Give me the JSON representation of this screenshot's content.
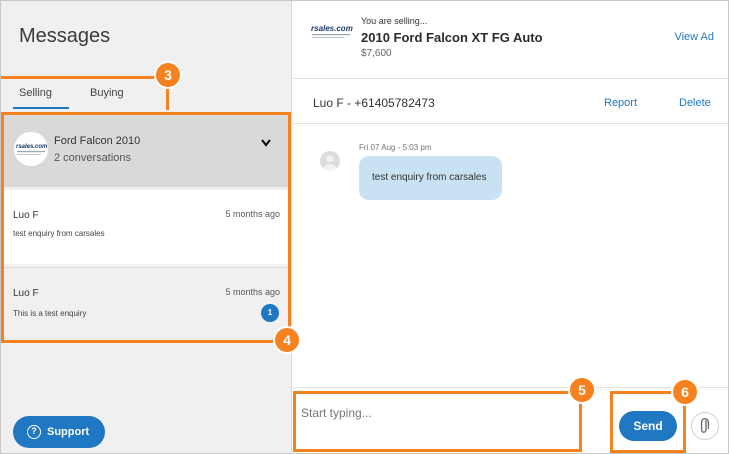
{
  "left_panel": {
    "title": "Messages",
    "tabs": [
      {
        "label": "Selling",
        "selected": true
      },
      {
        "label": "Buying",
        "selected": false
      }
    ],
    "listing": {
      "title": "Ford Falcon 2010",
      "subtitle": "2 conversations",
      "logo_icon": "carsales-logo-icon",
      "expand_icon": "chevron-down-icon"
    },
    "conversations": [
      {
        "name": "Luo F",
        "time": "5 months ago",
        "preview": "test enquiry from carsales",
        "unread": null
      },
      {
        "name": "Luo F",
        "time": "5 months ago",
        "preview": "This is a test enquiry",
        "unread": "1"
      }
    ],
    "support_button": {
      "label": "Support",
      "icon": "help-circle-icon"
    }
  },
  "ad_header": {
    "selling_label": "You are selling...",
    "title": "2010 Ford Falcon XT FG Auto",
    "price": "$7,600",
    "view_ad_label": "View Ad"
  },
  "thread": {
    "contact": "Luo F - +61405782473",
    "report_label": "Report",
    "delete_label": "Delete",
    "messages": [
      {
        "time": "Fri 07 Aug - 5:03 pm",
        "text": "test enquiry from carsales"
      }
    ]
  },
  "compose": {
    "placeholder": "Start typing...",
    "send_label": "Send",
    "attach_icon": "paperclip-icon"
  },
  "annotations": [
    "3",
    "4",
    "5",
    "6"
  ],
  "colors": {
    "accent": "#1f78c1",
    "annotation": "#f5821f",
    "bubble": "#c9e2f3",
    "panel_bg": "#f0f0f0",
    "selected_listing_bg": "#d9d9d9"
  }
}
